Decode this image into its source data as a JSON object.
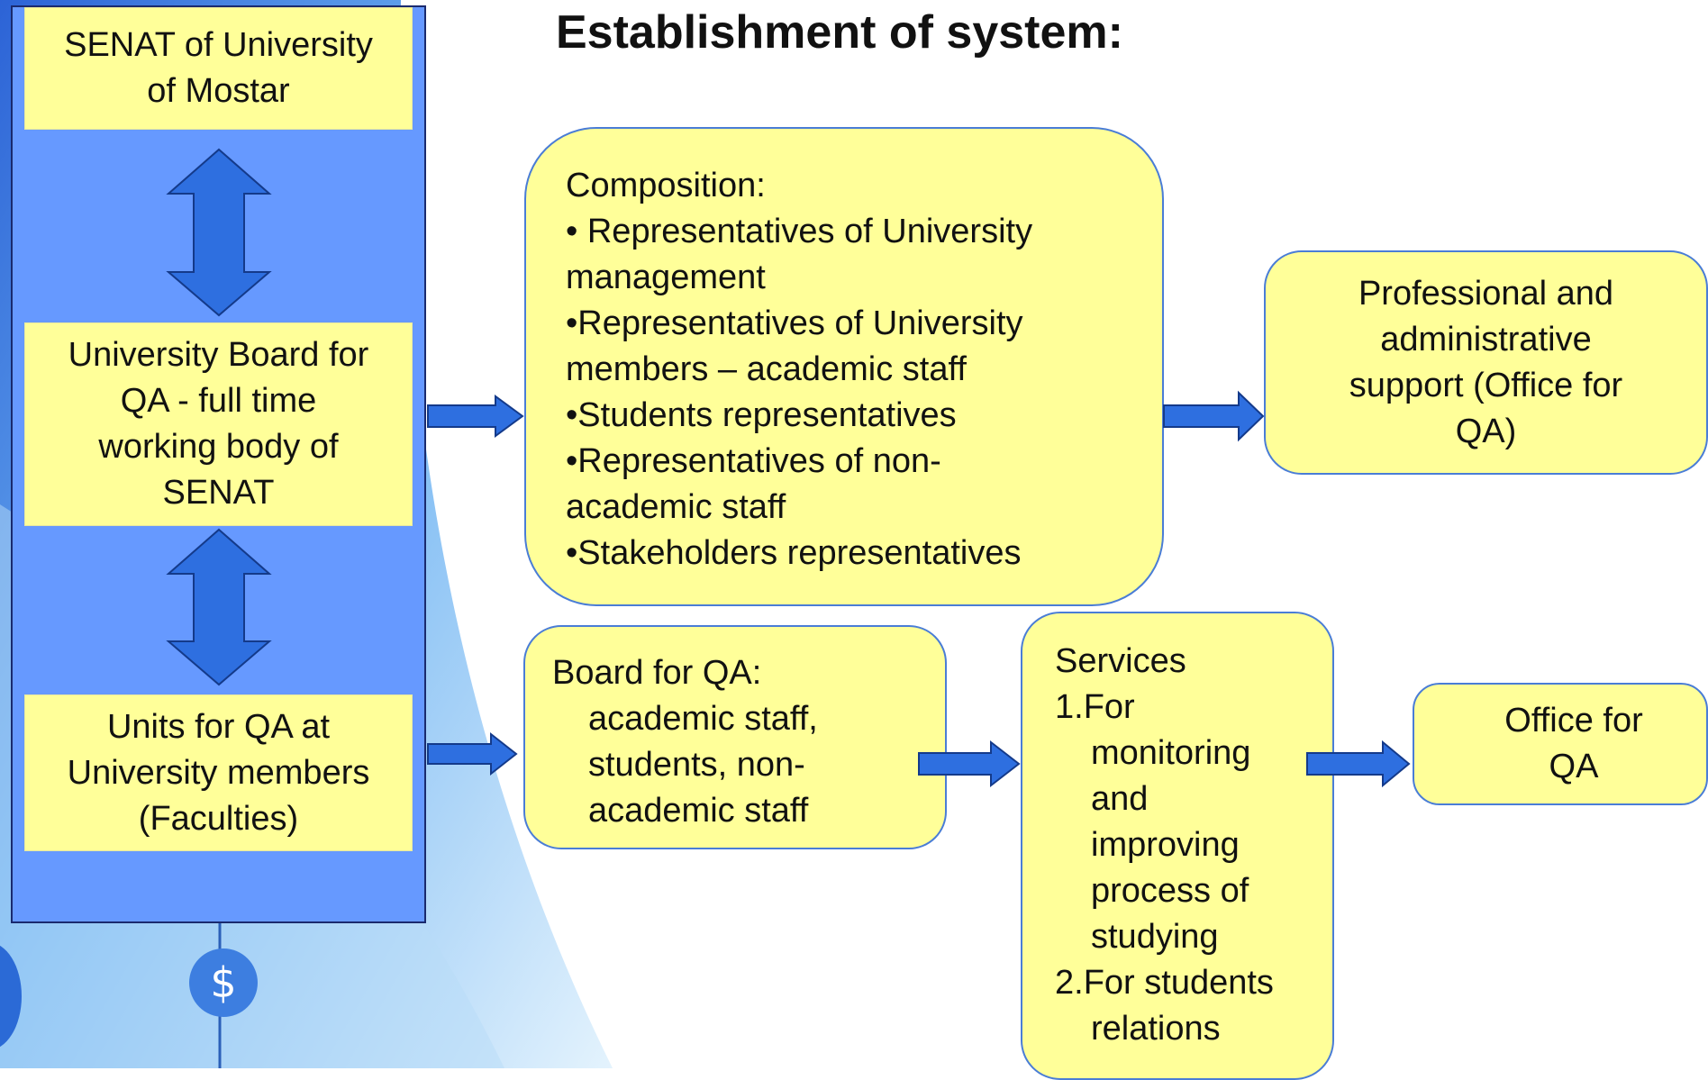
{
  "title": "Establishment of system:",
  "left_column": {
    "senat": [
      "SENAT of University",
      "of Mostar"
    ],
    "board": [
      "University Board for",
      "QA - full time",
      "working body of",
      "SENAT"
    ],
    "units": [
      "Units for QA at",
      "University members",
      "(Faculties)"
    ]
  },
  "composition": {
    "heading": "Composition:",
    "lines": [
      "• Representatives of University",
      "management",
      "•Representatives of University",
      "members – academic staff",
      "•Students representatives",
      "•Representatives of non-",
      "academic staff",
      "•Stakeholders representatives"
    ]
  },
  "professional_support": [
    "Professional and",
    "administrative",
    "support (Office for",
    "QA)"
  ],
  "board_for_qa": {
    "heading": "Board for QA:",
    "lines": [
      "academic staff,",
      "students, non-",
      "academic staff"
    ]
  },
  "services": {
    "heading": "Services",
    "items": [
      {
        "number": "1.",
        "lines": [
          "For",
          "monitoring",
          "and",
          "improving",
          "process of",
          "studying"
        ]
      },
      {
        "number": "2.",
        "lines": [
          "For students",
          "relations"
        ]
      }
    ]
  },
  "office_for_qa": [
    "Office for",
    "QA"
  ],
  "background_icon": "dollar-icon",
  "background_icon_glyph": "$",
  "colors": {
    "panel": "#6699ff",
    "box_fill": "#ffff99",
    "box_border": "#4a7dd6",
    "arrow": "#2e6fe0"
  }
}
